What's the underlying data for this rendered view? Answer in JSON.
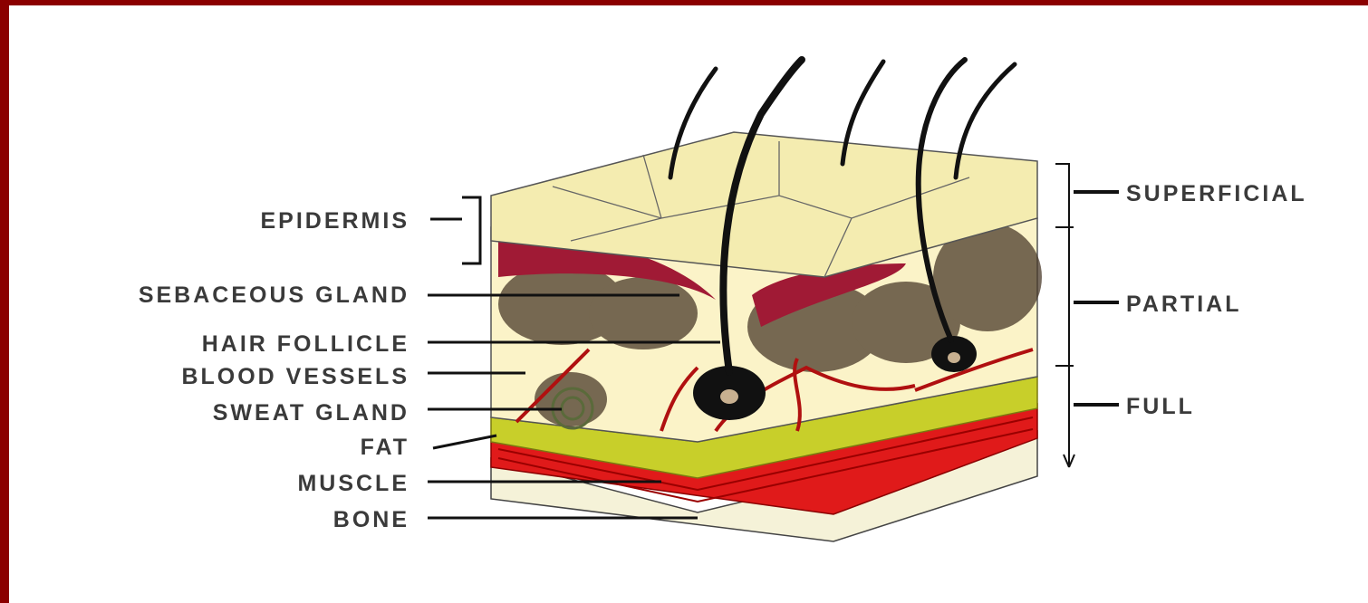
{
  "left_labels": [
    {
      "id": "epidermis",
      "text": "EPIDERMIS"
    },
    {
      "id": "sebaceous-gland",
      "text": "SEBACEOUS  GLAND"
    },
    {
      "id": "hair-follicle",
      "text": "HAIR  FOLLICLE"
    },
    {
      "id": "blood-vessels",
      "text": "BLOOD  VESSELS"
    },
    {
      "id": "sweat-gland",
      "text": "SWEAT  GLAND"
    },
    {
      "id": "fat",
      "text": "FAT"
    },
    {
      "id": "muscle",
      "text": "MUSCLE"
    },
    {
      "id": "bone",
      "text": "BONE"
    }
  ],
  "right_labels": [
    {
      "id": "superficial",
      "text": "SUPERFICIAL"
    },
    {
      "id": "partial",
      "text": "PARTIAL"
    },
    {
      "id": "full",
      "text": "FULL"
    }
  ],
  "colors": {
    "frame_border": "#8b0000",
    "epidermis": "#f4ecb0",
    "dermis": "#fbf3c8",
    "sebaceous": "#a01a35",
    "tissue": "#4a3a2a",
    "fat": "#c8cf2a",
    "muscle": "#e01a1a",
    "bone": "#f5f2d8",
    "hair": "#111111"
  }
}
